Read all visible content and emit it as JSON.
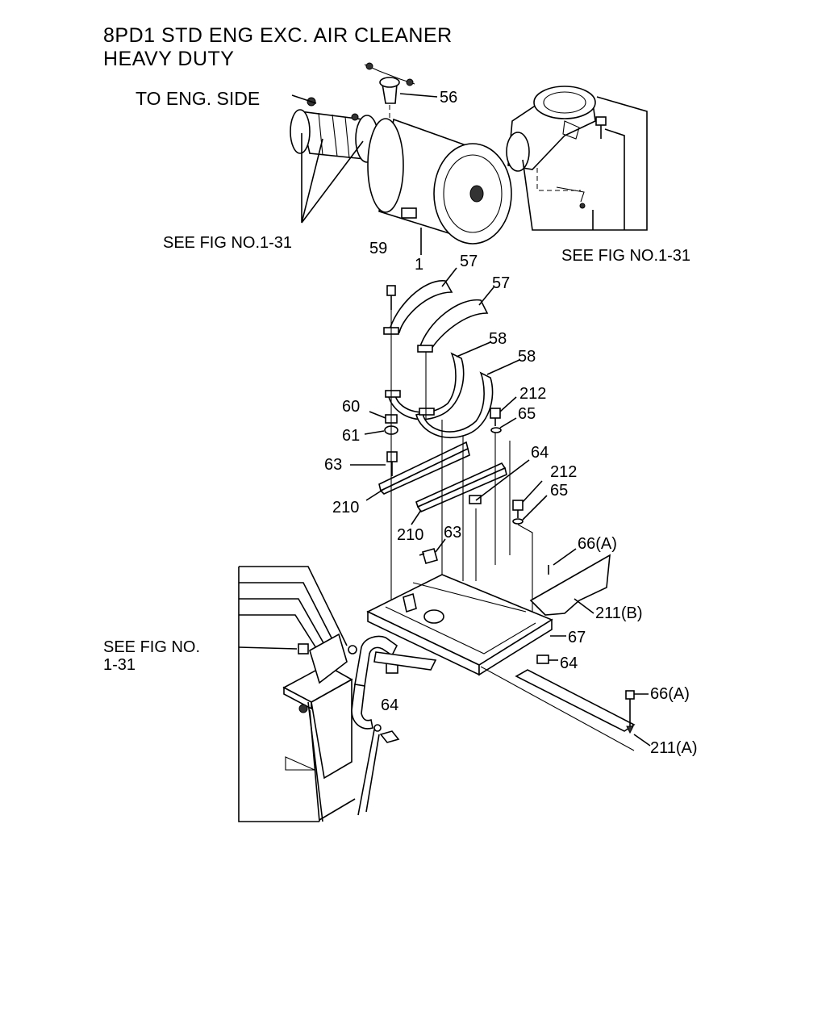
{
  "diagram": {
    "title_line1": "8PD1 STD ENG EXC. AIR CLEANER",
    "title_line2": "HEAVY DUTY",
    "eng_side": "TO ENG. SIDE",
    "see_fig_left": "SEE FIG NO.1-31",
    "see_fig_right": "SEE FIG NO.1-31",
    "see_fig_bottom_line1": "SEE FIG NO.",
    "see_fig_bottom_line2": "1-31",
    "parts": {
      "p56": "56",
      "p1": "1",
      "p59": "59",
      "p57a": "57",
      "p57b": "57",
      "p58a": "58",
      "p58b": "58",
      "p60": "60",
      "p61": "61",
      "p212a": "212",
      "p65a": "65",
      "p63a": "63",
      "p64a": "64",
      "p210a": "210",
      "p212b": "212",
      "p65b": "65",
      "p210b": "210",
      "p63b": "63",
      "p66a": "66(A)",
      "p211b": "211(B)",
      "p67": "67",
      "p64b": "64",
      "p64c": "64",
      "p66b": "66(A)",
      "p211a": "211(A)"
    }
  }
}
